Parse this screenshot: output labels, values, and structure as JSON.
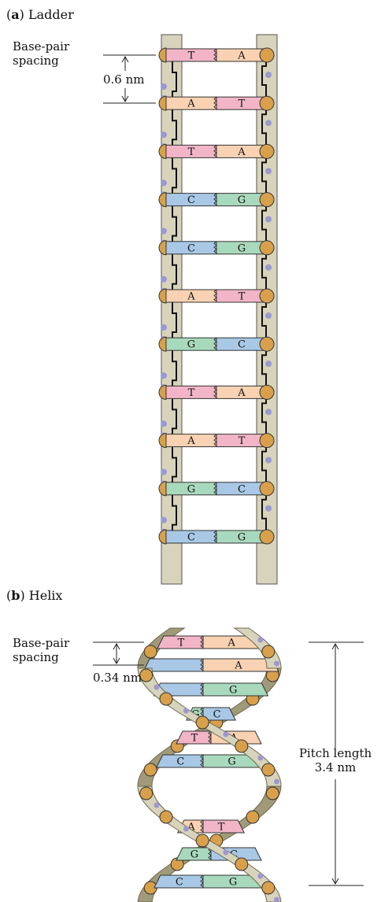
{
  "panel_a": {
    "letter": "a",
    "title": "Ladder",
    "spacing_label_line1": "Base-pair",
    "spacing_label_line2": "spacing",
    "spacing_value": "0.6 nm",
    "pairs": [
      {
        "left": "T",
        "right": "A"
      },
      {
        "left": "A",
        "right": "T"
      },
      {
        "left": "T",
        "right": "A"
      },
      {
        "left": "C",
        "right": "G"
      },
      {
        "left": "C",
        "right": "G"
      },
      {
        "left": "A",
        "right": "T"
      },
      {
        "left": "G",
        "right": "C"
      },
      {
        "left": "T",
        "right": "A"
      },
      {
        "left": "A",
        "right": "T"
      },
      {
        "left": "G",
        "right": "C"
      },
      {
        "left": "C",
        "right": "G"
      }
    ]
  },
  "panel_b": {
    "letter": "b",
    "title": "Helix",
    "spacing_label_line1": "Base-pair",
    "spacing_label_line2": "spacing",
    "spacing_value": "0.34 nm",
    "pitch_label_line1": "Pitch length",
    "pitch_label_line2": "3.4 nm",
    "pairs": [
      {
        "left": "T",
        "right": "A"
      },
      {
        "left": "",
        "right": "A"
      },
      {
        "left": "",
        "right": "G"
      },
      {
        "left": "G",
        "right": "C"
      },
      {
        "left": "T",
        "right": "A"
      },
      {
        "left": "C",
        "right": "G"
      },
      {
        "left": "A",
        "right": "T"
      },
      {
        "left": "G",
        "right": "C"
      },
      {
        "left": "C",
        "right": "G"
      }
    ]
  },
  "colors": {
    "A": "#f8d2b2",
    "T": "#f2b5c7",
    "G": "#a9d9bd",
    "C": "#a8c8e6",
    "strand": "#d8d4bc",
    "strand_dark": "#a09a78",
    "phosphate": "#d9a04c",
    "sugar": "#9d97d2"
  }
}
